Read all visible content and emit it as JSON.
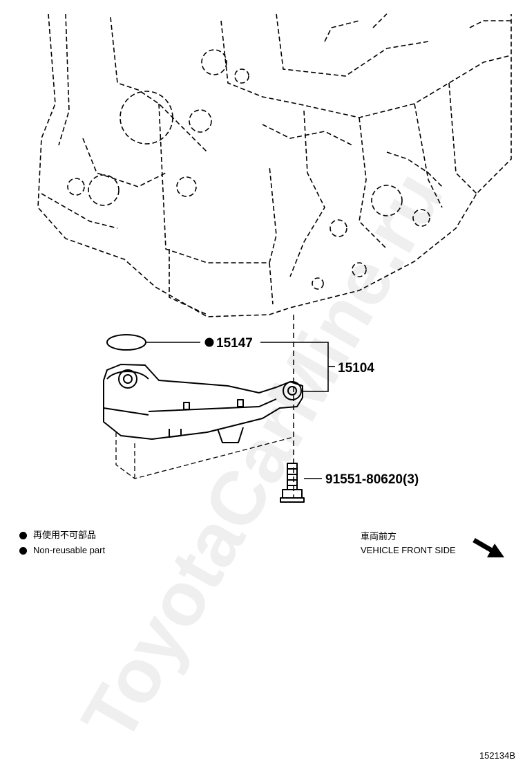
{
  "parts": {
    "oring": {
      "number": "15147",
      "marker": "●"
    },
    "strainer": {
      "number": "15104"
    },
    "bolt": {
      "number": "91551-80620(3)"
    }
  },
  "legend": {
    "items": [
      {
        "label": "再使用不可部品"
      },
      {
        "label": "Non-reusable part"
      }
    ]
  },
  "orientation": {
    "label_jp": "車両前方",
    "label_en": "VEHICLE FRONT SIDE",
    "arrow_icon": "direction-arrow-icon"
  },
  "figure_id": "152134B",
  "watermark": "ToyotaCarMine.ru"
}
